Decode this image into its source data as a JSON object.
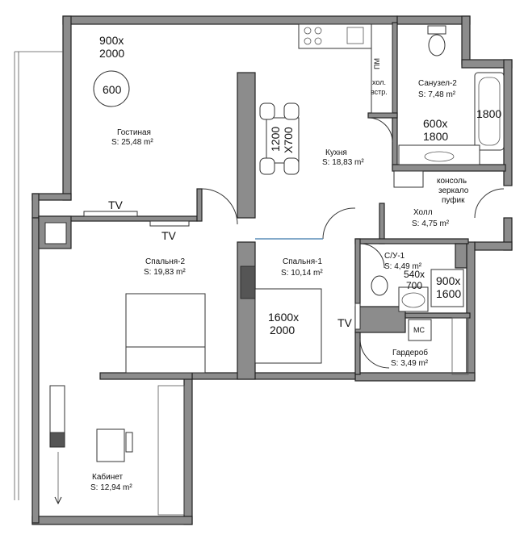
{
  "rooms": {
    "living": {
      "name": "Гостиная",
      "area": "S: 25,48 m²"
    },
    "kitchen": {
      "name": "Кухня",
      "area": "S: 18,83 m²"
    },
    "bath2": {
      "name": "Санузел-2",
      "area": "S: 7,48 m²"
    },
    "hall": {
      "name": "Холл",
      "area": "S: 4,75 m²"
    },
    "bedroom2": {
      "name": "Спальня-2",
      "area": "S: 19,83 m²"
    },
    "bedroom1": {
      "name": "Спальня-1",
      "area": "S: 10,14 m²"
    },
    "wc1": {
      "name": "С/У-1",
      "area": "S: 4,49 m²"
    },
    "wardrobe": {
      "name": "Гардероб",
      "area": "S: 3,49 m²"
    },
    "study": {
      "name": "Кабинет",
      "area": "S: 12,94 m²"
    }
  },
  "dims": {
    "window_top_1": "900x",
    "window_top_2": "2000",
    "round_table": "600",
    "kitchen_table_1": "1200",
    "kitchen_table_2": "X700",
    "bath_vanity_1": "600x",
    "bath_vanity_2": "1800",
    "bathtub": "1800",
    "bed1_1": "1600x",
    "bed1_2": "2000",
    "wc_shower_1": "540x",
    "wc_shower_2": "700",
    "hall_closet_1": "900x",
    "hall_closet_2": "1600"
  },
  "labels": {
    "tv": "TV",
    "pm": "ПМ",
    "fridge_1": "хол.",
    "fridge_2": "встр.",
    "console_1": "консоль",
    "console_2": "зеркало",
    "console_3": "пуфик",
    "washer": "МС"
  }
}
